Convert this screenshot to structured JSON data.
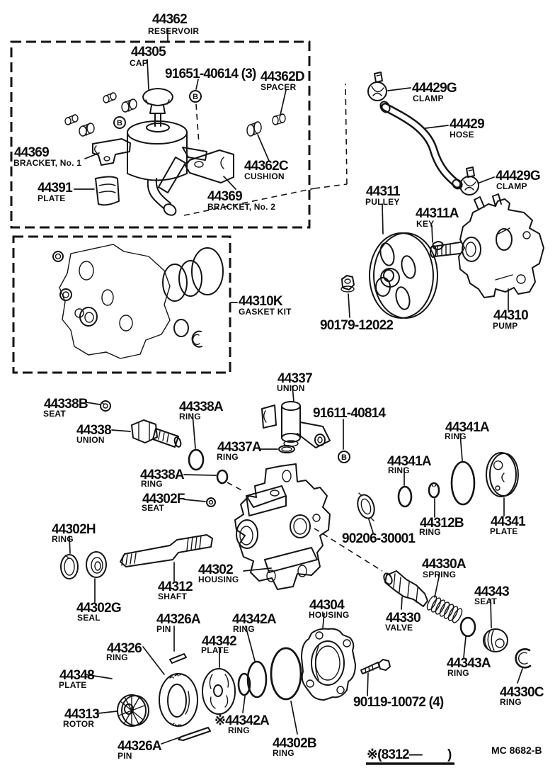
{
  "diagram": {
    "marker_b": "B",
    "footnote_open": "※(8312—",
    "footnote_close": ")",
    "doc_code": "MC  8682-B"
  },
  "labels": [
    {
      "number": "44362",
      "name": "RESERVOIR"
    },
    {
      "number": "44305",
      "name": "CAP"
    },
    {
      "number": "91651-40614 (3)",
      "name": ""
    },
    {
      "number": "44362D",
      "name": "SPACER"
    },
    {
      "number": "44369",
      "name": "BRACKET, No. 1"
    },
    {
      "number": "44391",
      "name": "PLATE"
    },
    {
      "number": "44362C",
      "name": "CUSHION"
    },
    {
      "number": "44369",
      "name": "BRACKET, No. 2"
    },
    {
      "number": "44429G",
      "name": "CLAMP"
    },
    {
      "number": "44429",
      "name": "HOSE"
    },
    {
      "number": "44429G",
      "name": "CLAMP"
    },
    {
      "number": "44311",
      "name": "PULLEY"
    },
    {
      "number": "44311A",
      "name": "KEY"
    },
    {
      "number": "90179-12022",
      "name": ""
    },
    {
      "number": "44310",
      "name": "PUMP"
    },
    {
      "number": "44310K",
      "name": "GASKET KIT"
    },
    {
      "number": "44337",
      "name": "UNION"
    },
    {
      "number": "91611-40814",
      "name": ""
    },
    {
      "number": "44338B",
      "name": "SEAT"
    },
    {
      "number": "44338A",
      "name": "RING"
    },
    {
      "number": "44338",
      "name": "UNION"
    },
    {
      "number": "44337A",
      "name": "RING"
    },
    {
      "number": "44338A",
      "name": "RING"
    },
    {
      "number": "44302F",
      "name": "SEAT"
    },
    {
      "number": "44341A",
      "name": "RING"
    },
    {
      "number": "44341A",
      "name": "RING"
    },
    {
      "number": "44312B",
      "name": "RING"
    },
    {
      "number": "44341",
      "name": "PLATE"
    },
    {
      "number": "90206-30001",
      "name": ""
    },
    {
      "number": "44302H",
      "name": "RING"
    },
    {
      "number": "44302",
      "name": "HOUSING"
    },
    {
      "number": "44312",
      "name": "SHAFT"
    },
    {
      "number": "44302G",
      "name": "SEAL"
    },
    {
      "number": "44326A",
      "name": "PIN"
    },
    {
      "number": "44342A",
      "name": "RING"
    },
    {
      "number": "44342",
      "name": "PLATE"
    },
    {
      "number": "44326",
      "name": "RING"
    },
    {
      "number": "44304",
      "name": "HOUSING"
    },
    {
      "number": "44348",
      "name": "PLATE"
    },
    {
      "number": "44313",
      "name": "ROTOR"
    },
    {
      "number": "※44342A",
      "name": "RING"
    },
    {
      "number": "44326A",
      "name": "PIN"
    },
    {
      "number": "44302B",
      "name": "RING"
    },
    {
      "number": "90119-10072 (4)",
      "name": ""
    },
    {
      "number": "44330A",
      "name": "SPRING"
    },
    {
      "number": "44343",
      "name": "SEAT"
    },
    {
      "number": "44330",
      "name": "VALVE"
    },
    {
      "number": "44343A",
      "name": "RING"
    },
    {
      "number": "44330C",
      "name": "RING"
    }
  ]
}
